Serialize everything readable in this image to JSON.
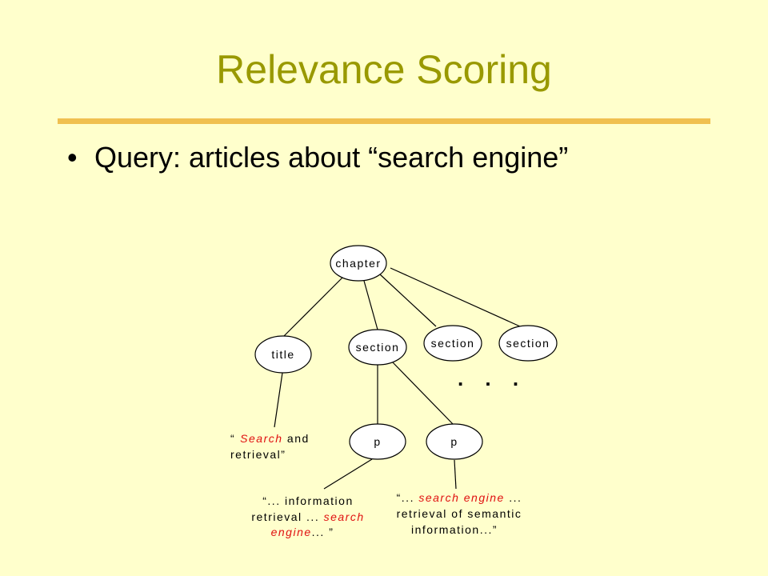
{
  "slide": {
    "title": "Relevance Scoring",
    "bullet": "Query: articles about “search engine”",
    "accent_color": "#999900",
    "rule_color": "#f0c050",
    "highlight_color": "#e01010"
  },
  "tree": {
    "nodes": {
      "chapter": "chapter",
      "title": "title",
      "section1": "section",
      "section2": "section",
      "section3": "section",
      "p1": "p",
      "p2": "p"
    },
    "ellipsis": ". . .",
    "title_text": {
      "l1_open": "“",
      "l1_hl": "Search",
      "l1_rest": " and",
      "l2": "retrieval”"
    },
    "p1_text": {
      "l1": "“... information",
      "l2_plain": "retrieval ... ",
      "l2_hl": "search",
      "l3_hl": "engine",
      "l3_rest": "... ”"
    },
    "p2_text": {
      "l1_open": "“... ",
      "l1_hl": "search engine",
      "l1_rest": " ...",
      "l2": "retrieval of semantic",
      "l3": "information...”"
    }
  }
}
